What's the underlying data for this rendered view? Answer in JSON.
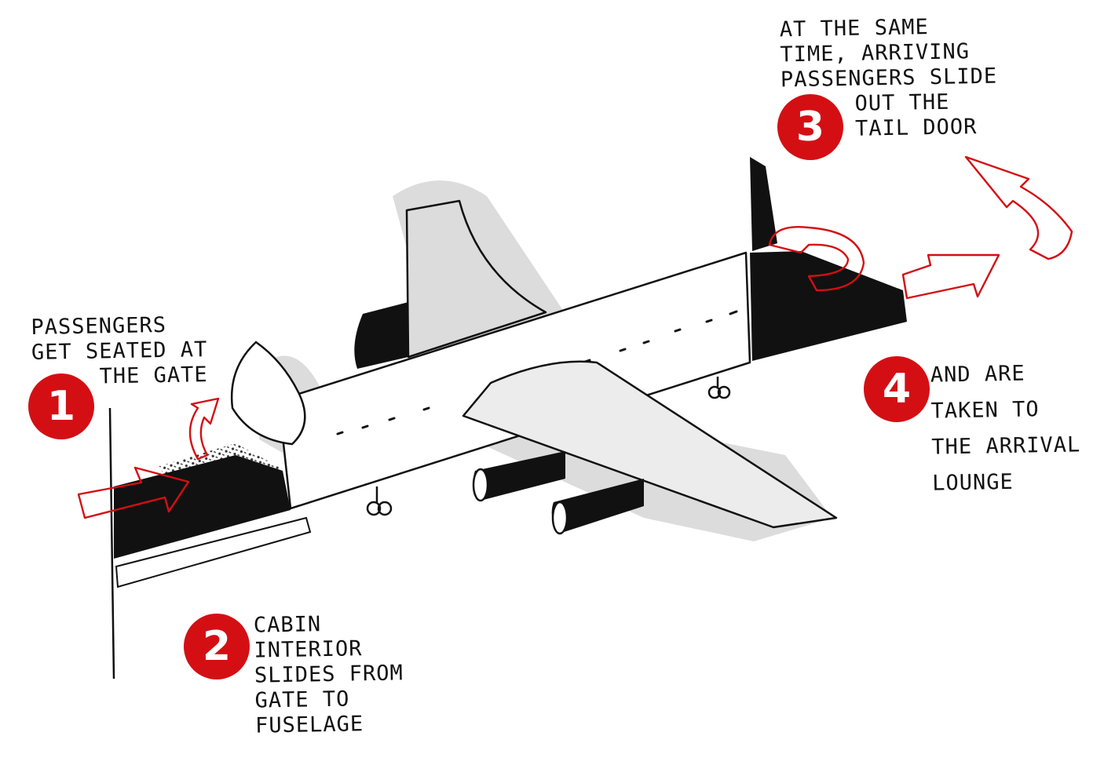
{
  "colors": {
    "accent": "#d40f14",
    "ink": "#111111",
    "shadow": "#d6d6d6",
    "fill_light": "#ececec",
    "fill_mid": "#dcdcdc"
  },
  "steps": [
    {
      "number": "1",
      "lines": [
        "PASSENGERS",
        "GET SEATED AT",
        "THE GATE"
      ]
    },
    {
      "number": "2",
      "lines": [
        "CABIN",
        "INTERIOR",
        "SLIDES FROM",
        "GATE TO",
        "FUSELAGE"
      ]
    },
    {
      "number": "3",
      "lines": [
        "AT THE SAME",
        "TIME, ARRIVING",
        "PASSENGERS SLIDE",
        "OUT THE",
        "TAIL DOOR"
      ]
    },
    {
      "number": "4",
      "lines": [
        "AND ARE",
        "TAKEN TO",
        "THE ARRIVAL",
        "LOUNGE"
      ]
    }
  ]
}
